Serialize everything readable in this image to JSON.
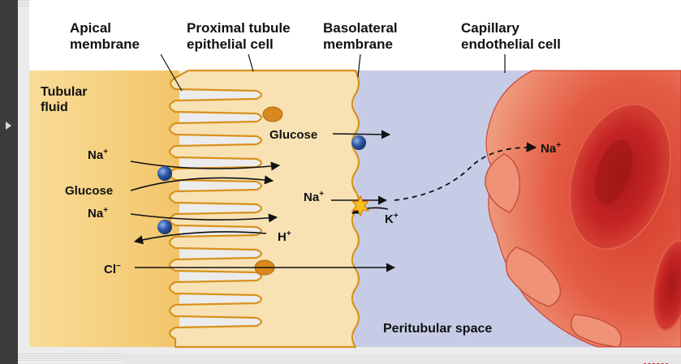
{
  "labels": {
    "apical_membrane": [
      "Apical",
      "membrane"
    ],
    "proximal_tubule": [
      "Proximal tubule",
      "epithelial cell"
    ],
    "basolateral_membrane": [
      "Basolateral",
      "membrane"
    ],
    "capillary": [
      "Capillary",
      "endothelial cell"
    ],
    "tubular_fluid": [
      "Tubular",
      "fluid"
    ],
    "peritubular_space": "Peritubular space"
  },
  "ions": {
    "na_1": "Na",
    "glucose_1": "Glucose",
    "na_2": "Na",
    "cl": "Cl",
    "glucose_2": "Glucose",
    "na_3": "Na",
    "h": "H",
    "k": "K",
    "na_4": "Na"
  },
  "charges": {
    "plus": "+",
    "minus": "−"
  },
  "colors": {
    "tubular_fluid": "#f5cf7e",
    "cell": "#f8e2b4",
    "membrane": "#d8911c",
    "peritubular": "#c6cce6",
    "capillary": "#e0503c",
    "red_cell": "#c82828",
    "carrier": "#2f5aa8",
    "pump": "#f6c21a"
  }
}
